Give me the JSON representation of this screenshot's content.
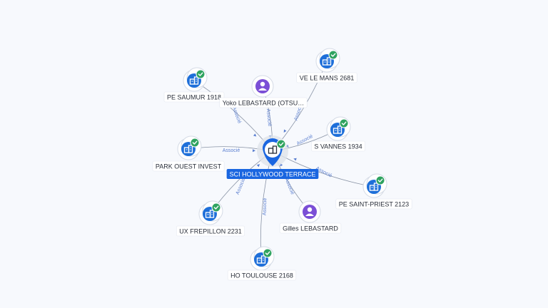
{
  "graph": {
    "center": {
      "label": "SCI HOLLYWOOD TERRACE",
      "icon": "company-building-icon",
      "badge": "verified-check-icon"
    },
    "nodes": [
      {
        "id": "pe-saumur",
        "label": "PE SAUMUR 1918",
        "kind": "company",
        "edge": "Associé"
      },
      {
        "id": "yoko",
        "label": "Yoko LEBASTARD (OTSU…",
        "kind": "person",
        "edge": "Associé"
      },
      {
        "id": "ve-le-mans",
        "label": "VE LE MANS 2681",
        "kind": "company",
        "edge": "Associé"
      },
      {
        "id": "s-vannes",
        "label": "S VANNES 1934",
        "kind": "company",
        "edge": "Associé"
      },
      {
        "id": "park-ouest",
        "label": "PARK OUEST INVEST",
        "kind": "company",
        "edge": "Associé"
      },
      {
        "id": "pe-saint-priest",
        "label": "PE SAINT-PRIEST 2123",
        "kind": "company",
        "edge": "Associé"
      },
      {
        "id": "ux-frepillon",
        "label": "UX FREPILLON 2231",
        "kind": "company",
        "edge": "Associé"
      },
      {
        "id": "gilles",
        "label": "Gilles LEBASTARD",
        "kind": "person",
        "edge": "Associé"
      },
      {
        "id": "ho-toulouse",
        "label": "HO TOULOUSE 2168",
        "kind": "company",
        "edge": "Associé"
      }
    ]
  },
  "colors": {
    "company": "#1e6fd9",
    "person": "#7b4fd6",
    "check": "#2fa360",
    "edge": "#8a94a6",
    "edge_label": "#5b7fd0",
    "center_label_bg": "#1a66e0"
  }
}
